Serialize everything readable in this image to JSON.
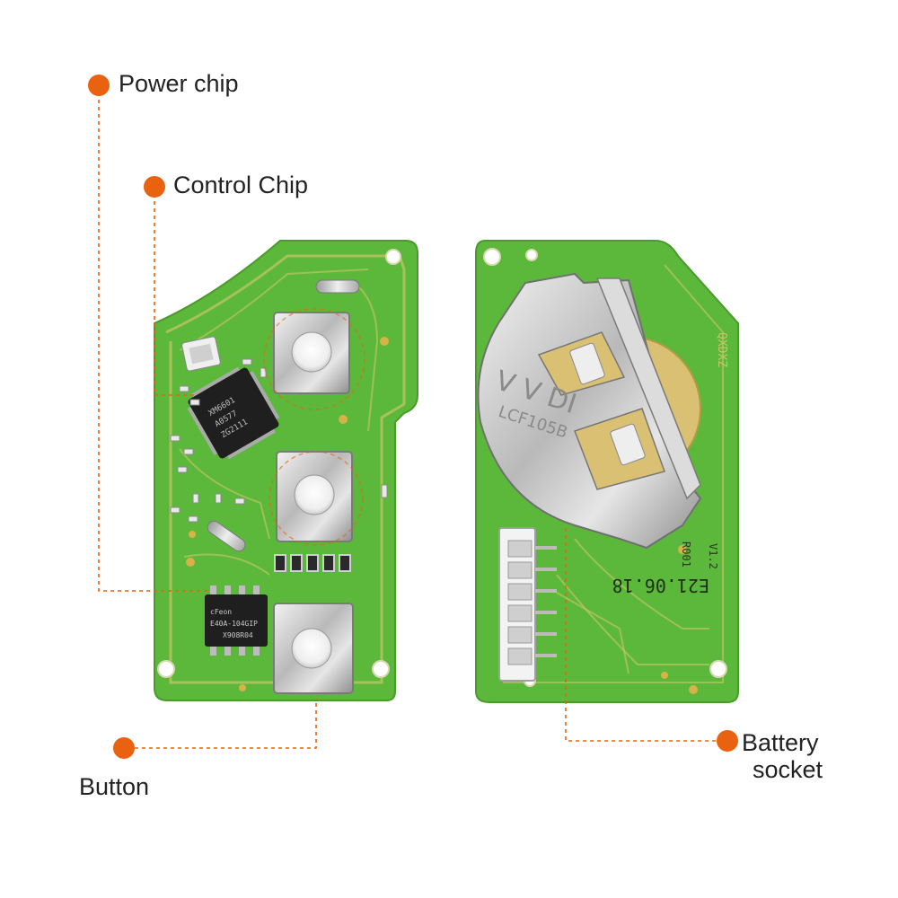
{
  "labels": {
    "power_chip": "Power chip",
    "control_chip": "Control Chip",
    "button": "Button",
    "battery_socket_line1": "Battery",
    "battery_socket_line2": "socket"
  },
  "chip_markings": {
    "control_chip": [
      "XM6601",
      "A0577",
      "ZG2111"
    ],
    "power_chip": [
      "cFeon",
      "E40A-104GIP",
      "X908R04"
    ]
  },
  "battery_holder_text": [
    "V V DI",
    "LCF105B"
  ],
  "board_text": [
    "E21.06.18",
    "R001",
    "V1.2",
    "QXDXZ"
  ],
  "colors": {
    "accent": "#e8620f",
    "pcb_green": "#5cb83a",
    "pcb_trace": "#c9c46a",
    "background": "#ffffff"
  }
}
